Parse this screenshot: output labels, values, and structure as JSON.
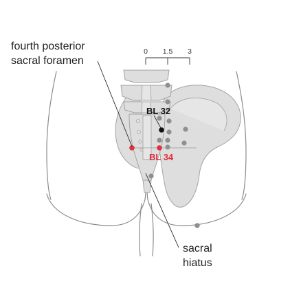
{
  "labels": {
    "foramen_line1": "fourth posterior",
    "foramen_line2": "sacral foramen",
    "hiatus_line1": "sacral",
    "hiatus_line2": "hiatus"
  },
  "scale_bar": {
    "ticks": [
      "0",
      "1.5",
      "3"
    ]
  },
  "points": {
    "bl32": {
      "label": "BL 32",
      "color": "#111111"
    },
    "bl34": {
      "label": "BL 34",
      "color": "#e0303a"
    }
  },
  "colors": {
    "highlight": "#e0303a",
    "reference_point": "#8f8f8f",
    "bone_fill": "#dedede",
    "outline": "#8a8a8a"
  }
}
